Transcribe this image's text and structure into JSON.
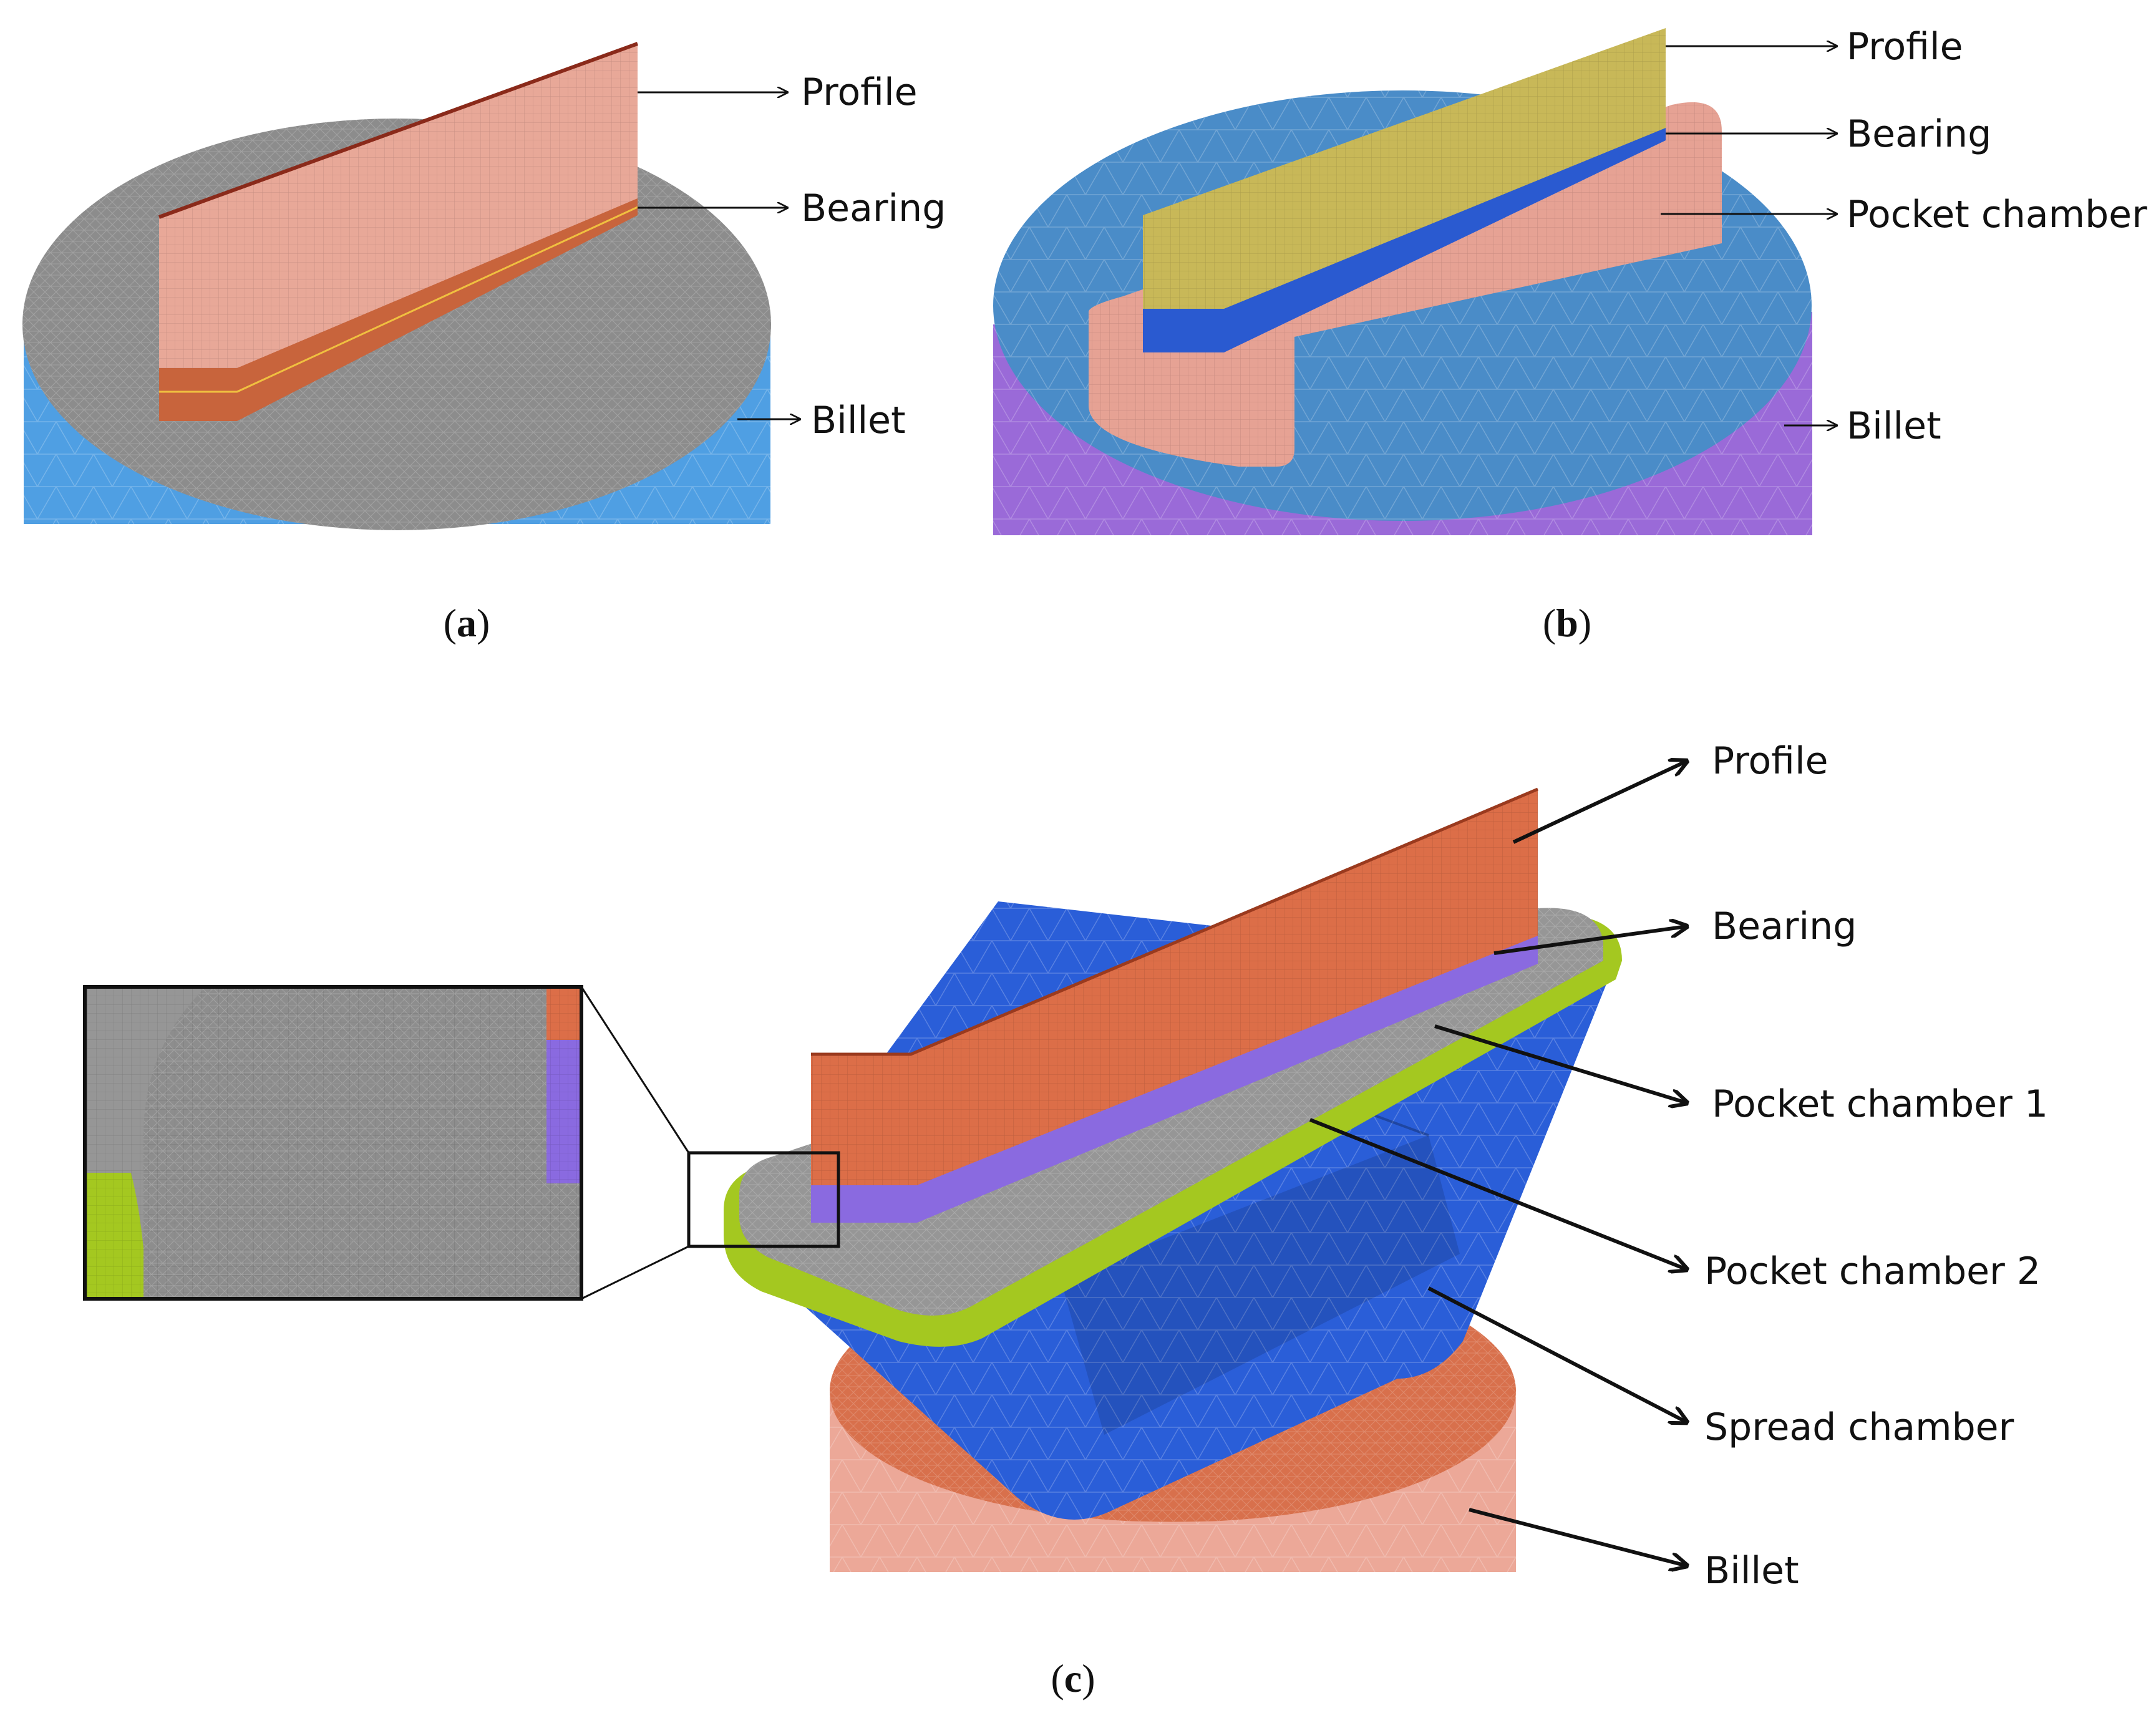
{
  "panels": {
    "a": {
      "caption_letter": "a",
      "labels": {
        "profile": "Profile",
        "bearing": "Bearing",
        "billet": "Billet"
      }
    },
    "b": {
      "caption_letter": "b",
      "labels": {
        "profile": "Profile",
        "bearing": "Bearing",
        "pocket": "Pocket chamber",
        "billet": "Billet"
      }
    },
    "c": {
      "caption_letter": "c",
      "labels": {
        "profile": "Profile",
        "bearing": "Bearing",
        "pocket1": "Pocket chamber 1",
        "pocket2": "Pocket chamber 2",
        "spread": "Spread chamber",
        "billet": "Billet"
      }
    }
  },
  "colors": {
    "billet_a": "#4f9fe3",
    "top_a": "#8c8c8c",
    "profile_a": "#e8a898",
    "bearing_a": "#c8643c",
    "billet_b_top": "#4a8cc8",
    "billet_b_side": "#9a6ad8",
    "profile_b": "#c8b858",
    "bearing_b": "#2a5ad0",
    "pocket_b": "#e6a294",
    "profile_c": "#dc6e48",
    "bearing_c": "#8a6ae0",
    "pocket1_c": "#969696",
    "pocket2_c": "#a4c820",
    "spread_c": "#2a5ed8",
    "billet_c_top": "#d8704c",
    "billet_c_side": "#eca898"
  }
}
